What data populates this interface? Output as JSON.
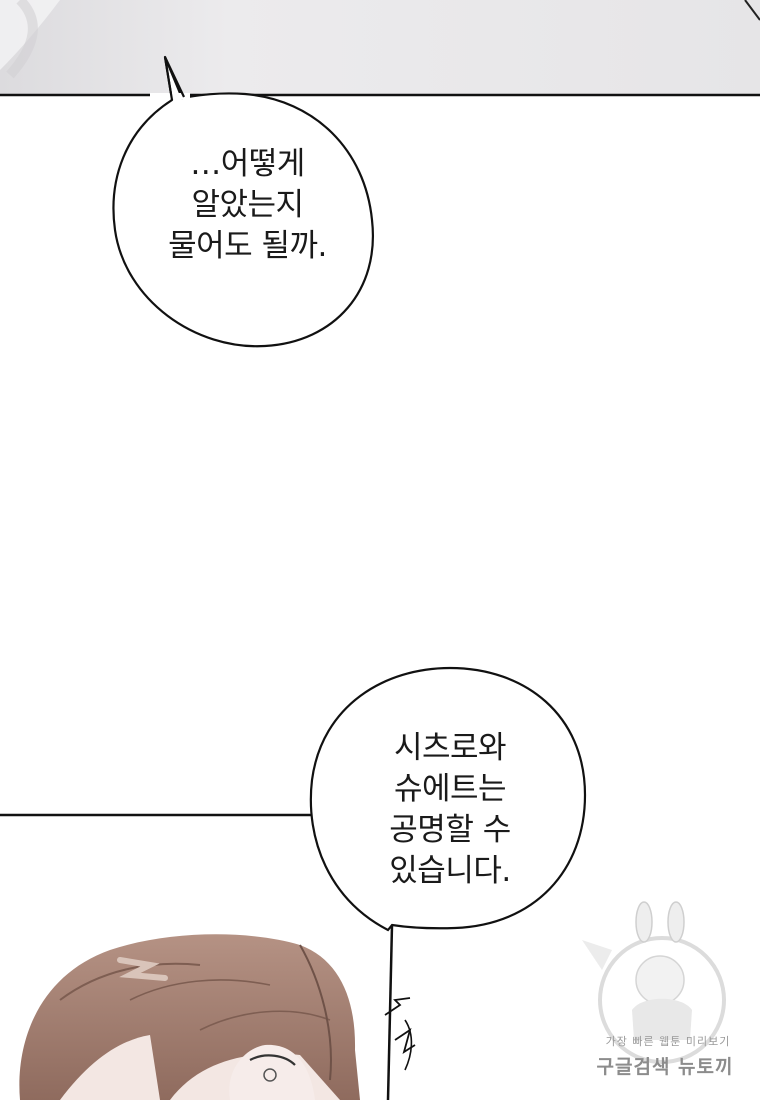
{
  "bubbles": [
    {
      "lines": [
        "…어떻게",
        "알았는지",
        "물어도 될까."
      ]
    },
    {
      "lines": [
        "시츠로와",
        "슈에트는",
        "공명할 수",
        "있습니다."
      ]
    }
  ],
  "watermark": {
    "line1": "가장 빠른 웹툰 미리보기",
    "line2": "구글검색 뉴토끼"
  },
  "colors": {
    "ink": "#111111",
    "top_panel": "#e9e8ea",
    "hair": "#a27f6f",
    "hair_shadow": "#7e5e52",
    "skin": "#f3e7e3"
  }
}
